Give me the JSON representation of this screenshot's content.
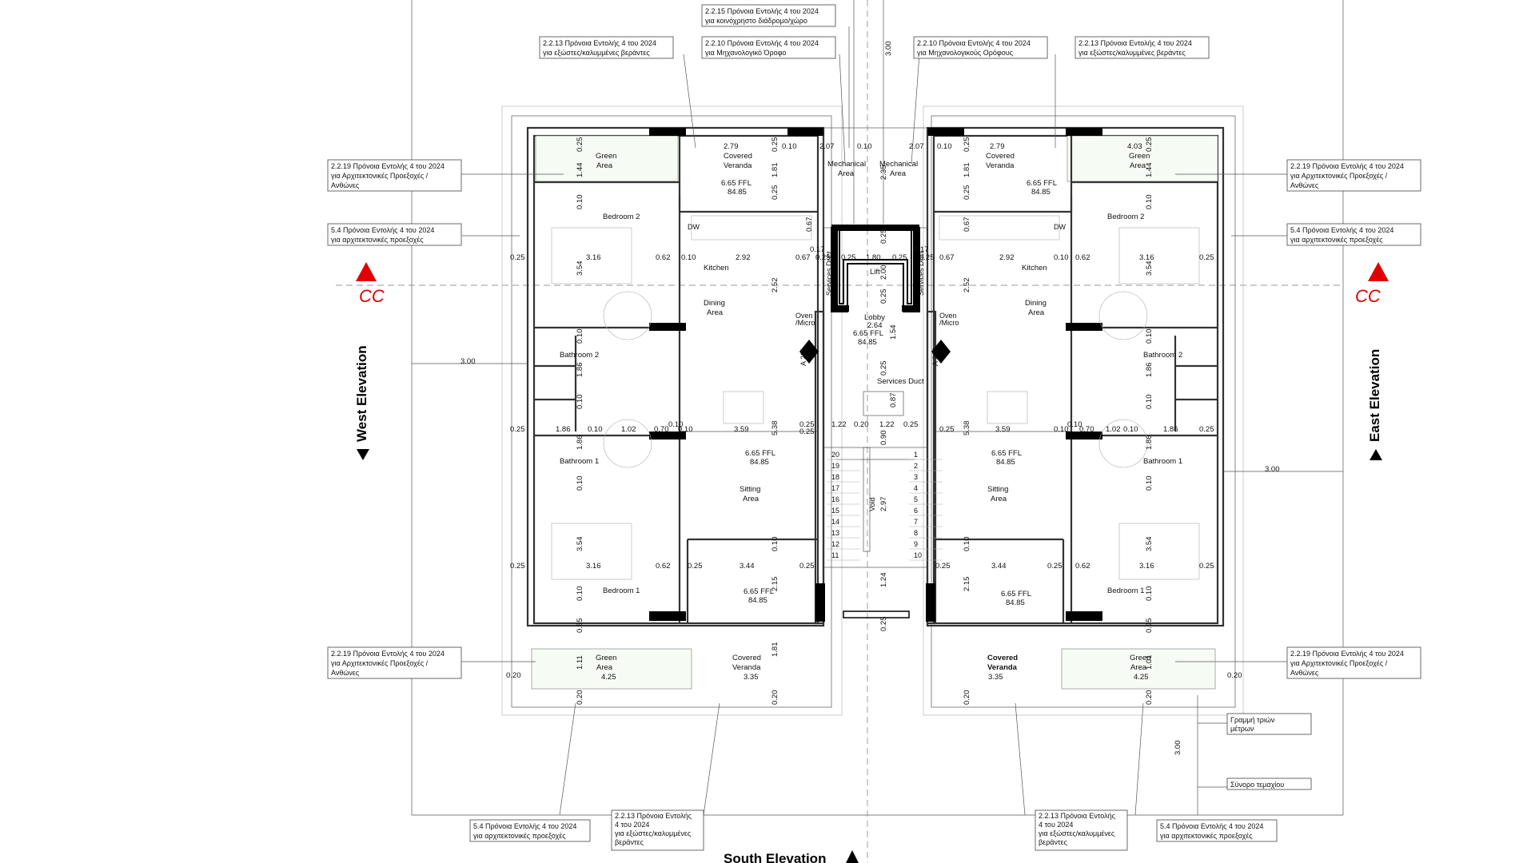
{
  "notes_top": {
    "n215": [
      "2.2.15 Πρόνοια Εντολής 4 του 2024",
      "για κοινόχρηστο διάδρομο/χώρο"
    ],
    "n213_left": [
      "2.2.13 Πρόνοια Εντολής 4 του 2024",
      "για εξώστες/καλυμμένες βεράντες"
    ],
    "n210_left": [
      "2.2.10 Πρόνοια Εντολής 4 του 2024",
      "για Μηχανολογικό Όροφο"
    ],
    "n210_right": [
      "2.2.10 Πρόνοια Εντολής 4 του 2024",
      "για Μηχανολογικούς Ορόφους"
    ],
    "n213_right": [
      "2.2.13 Πρόνοια Εντολής 4 του 2024",
      "για εξώστες/καλυμμένες βεράντες"
    ]
  },
  "notes_side": {
    "n219_tl": [
      "2.2.19 Πρόνοια Εντολής 4 του 2024",
      "για Αρχιτεκτονικές Προεξοχές /",
      "Ανθώνες"
    ],
    "n54_tl": [
      "5.4 Πρόνοια Εντολής 4 του 2024",
      "για αρχιτεκτονικές προεξοχές"
    ],
    "n219_bl": [
      "2.2.19 Πρόνοια Εντολής 4 του 2024",
      "για Αρχιτεκτονικές Προεξοχές /",
      "Ανθώνες"
    ],
    "n219_tr": [
      "2.2.19 Πρόνοια Εντολής 4 του 2024",
      "για Αρχιτεκτονικές Προεξοχές /",
      "Ανθώνες"
    ],
    "n54_tr": [
      "5.4 Πρόνοια Εντολής 4 του 2024",
      "για αρχιτεκτονικές προεξοχές"
    ],
    "n219_br": [
      "2.2.19 Πρόνοια Εντολής 4 του 2024",
      "για Αρχιτεκτονικές Προεξοχές /",
      "Ανθώνες"
    ]
  },
  "notes_bottom": {
    "n54_bl": [
      "5.4 Πρόνοια Εντολής 4 του 2024",
      "για αρχιτεκτονικές προεξοχές"
    ],
    "n213_bl": [
      "2.2.13 Πρόνοια Εντολής",
      "4 του 2024",
      "για εξώστες/καλυμμένες",
      "βεράντες"
    ],
    "n213_br": [
      "2.2.13 Πρόνοια Εντολής",
      "4 του 2024",
      "για εξώστες/καλυμμένες",
      "βεράντες"
    ],
    "n54_br": [
      "5.4 Πρόνοια Εντολής 4 του 2024",
      "για αρχιτεκτονικές προεξοχές"
    ],
    "three_m_line": [
      "Γραμμή τριών",
      "μέτρων"
    ],
    "plot_boundary": [
      "Σύνορο τεμαχίου"
    ]
  },
  "elevations": {
    "west": "West Elevation",
    "east": "East Elevation",
    "south": "South Elevation"
  },
  "section_marker": "CC",
  "section_refs": {
    "left": "A 201",
    "right": "A 202"
  },
  "rooms": {
    "green_area": [
      "Green",
      "Area"
    ],
    "covered_veranda": [
      "Covered",
      "Veranda"
    ],
    "mechanical_area": [
      "Mechanical",
      "Area"
    ],
    "bedroom_2": "Bedroom 2",
    "bedroom_1": "Bedroom 1",
    "kitchen": "Kitchen",
    "dining_area": [
      "Dining",
      "Area"
    ],
    "bathroom_2": "Bathroom 2",
    "bathroom_1": "Bathroom 1",
    "sitting_area": [
      "Sitting",
      "Area"
    ],
    "lift": "Lift",
    "lobby": "Lobby",
    "services_duct": "Services Duct",
    "oven_micro": [
      "Oven",
      "/Micro"
    ],
    "void": "Void",
    "dw": "DW"
  },
  "levels": {
    "ffl": "6.65 FFL",
    "abs": "84.85"
  },
  "dims": {
    "d300": "3.00",
    "d279": "2.79",
    "d207": "2.07",
    "d010": "0.10",
    "d025": "0.25",
    "d403": "4.03",
    "d144": "1.44",
    "d181": "1.81",
    "d235": "2.35",
    "d017": "0.17",
    "d316": "3.16",
    "d062": "0.62",
    "d292": "2.92",
    "d067": "0.67",
    "d180": "1.80",
    "d200": "2.00",
    "d354": "3.54",
    "d252": "2.52",
    "d264": "2.64",
    "d154": "1.54",
    "d186": "1.86",
    "d102": "1.02",
    "d070": "0.70",
    "d359": "3.59",
    "d538": "5.38",
    "d122": "1.22",
    "d020": "0.20",
    "d090": "0.90",
    "d087": "0.87",
    "d297": "2.97",
    "d344": "3.44",
    "d215": "2.15",
    "d124": "1.24",
    "d085": "0.85",
    "d095": "0.95",
    "d111": "1.11",
    "d101": "1.01",
    "d425": "4.25",
    "d335": "3.35"
  },
  "stairs_left": [
    "20",
    "19",
    "18",
    "17",
    "16",
    "15",
    "14",
    "13",
    "12",
    "11"
  ],
  "stairs_right": [
    "1",
    "2",
    "3",
    "4",
    "5",
    "6",
    "7",
    "8",
    "9",
    "10"
  ]
}
